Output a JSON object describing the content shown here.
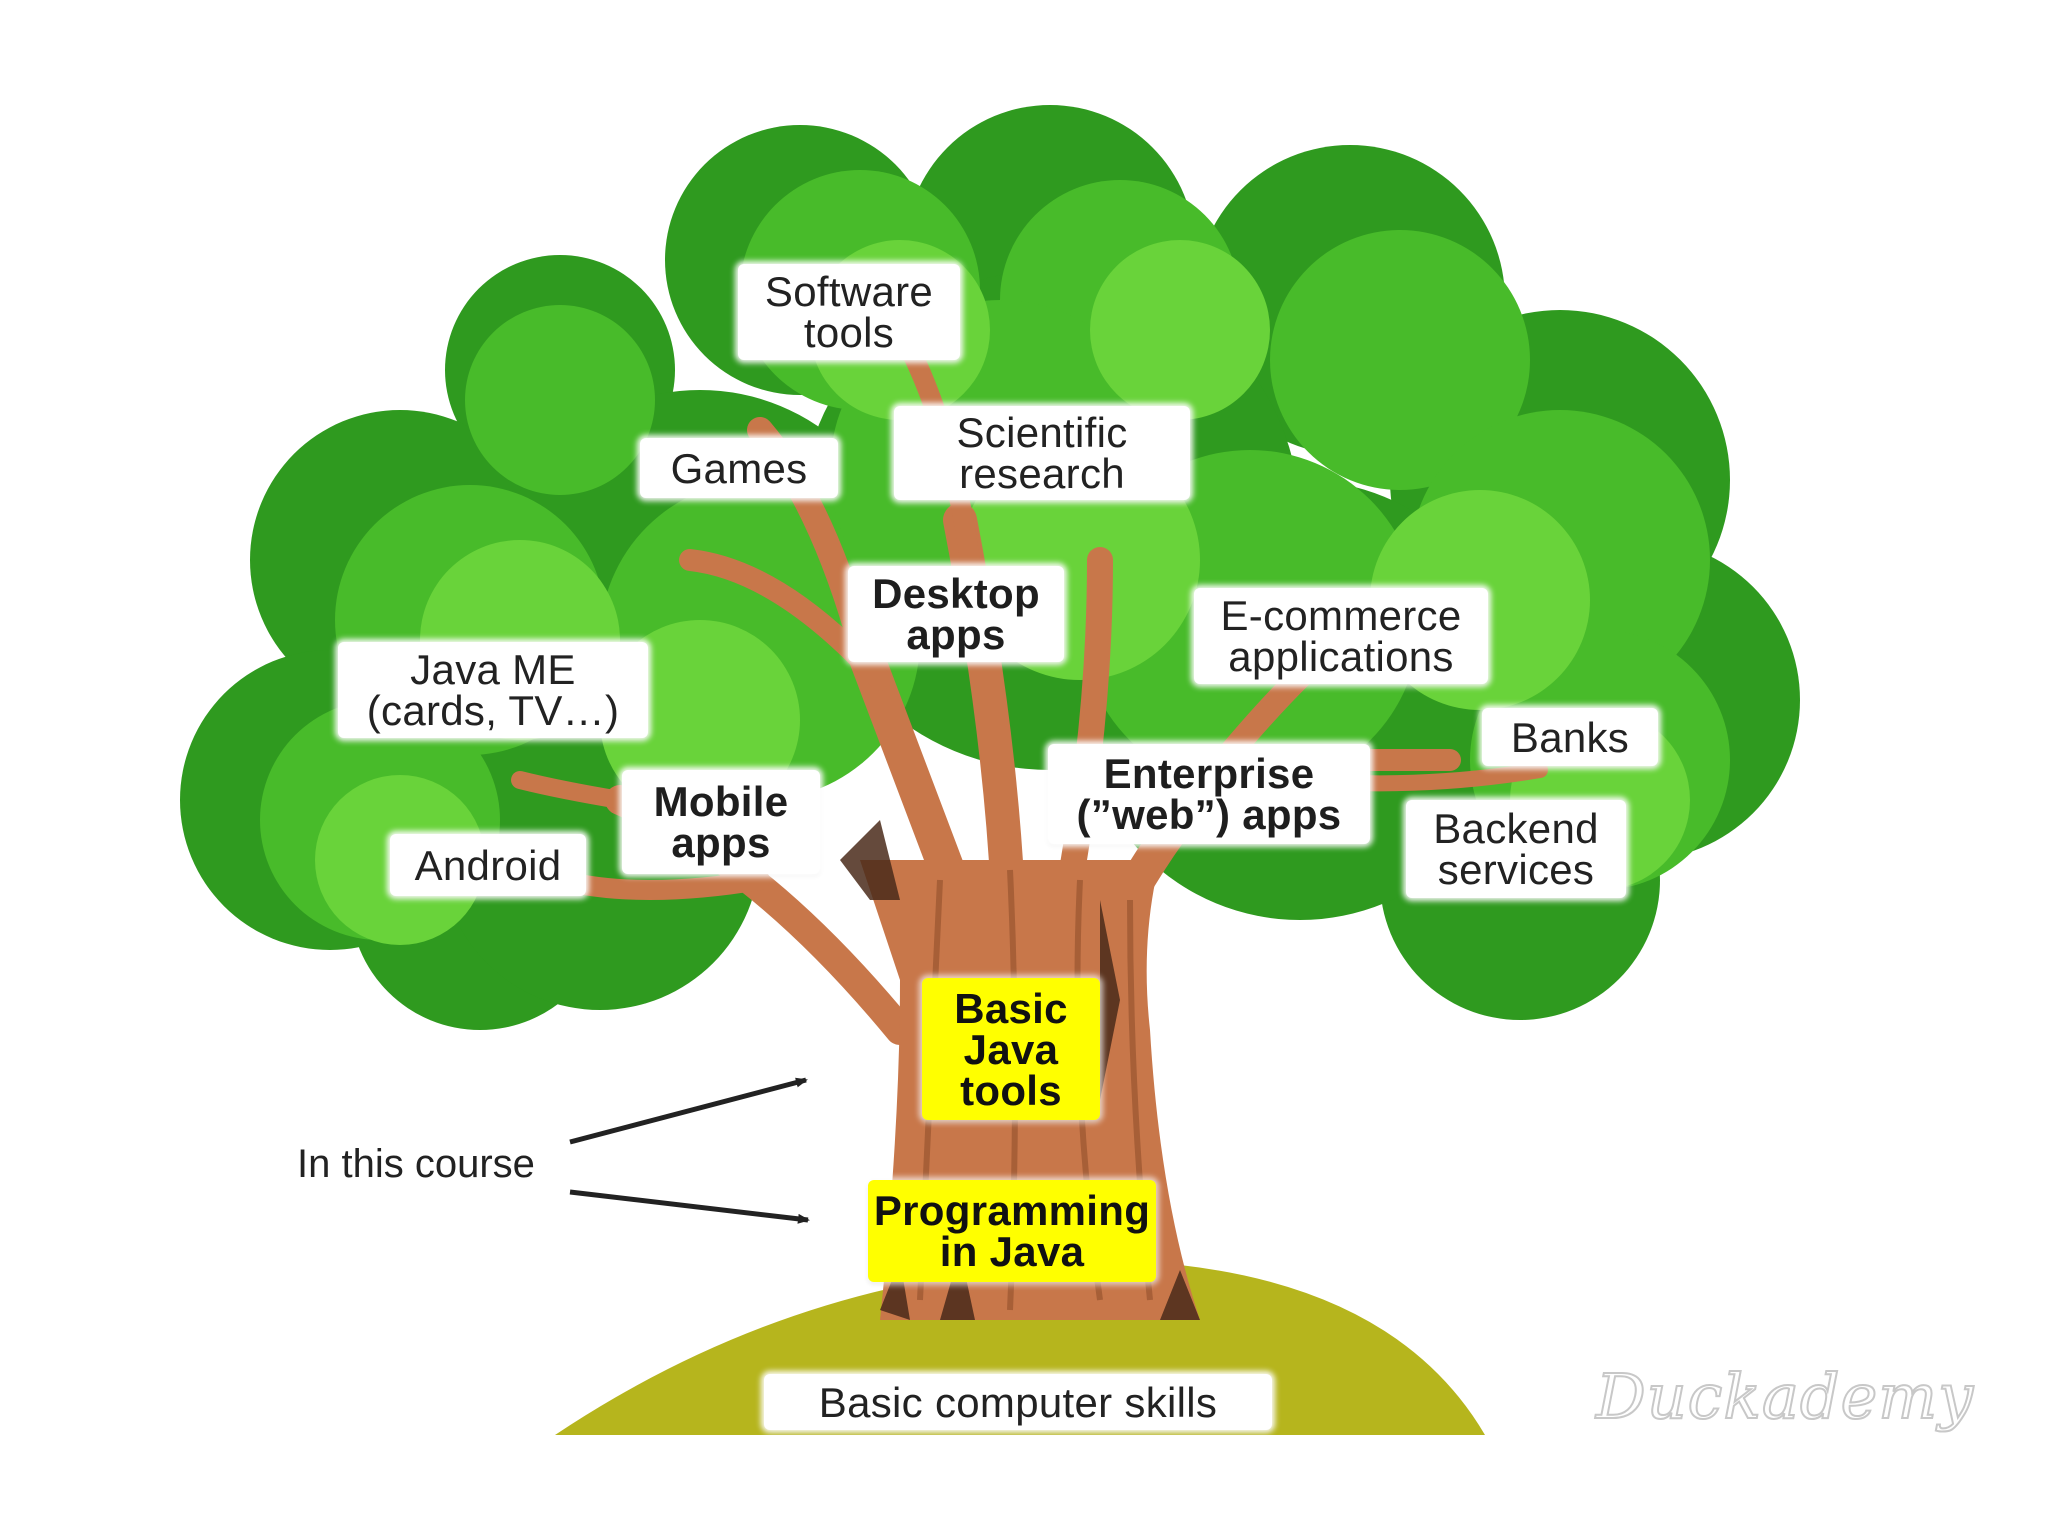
{
  "colors": {
    "foliage_dark": "#2f9a1f",
    "foliage_mid": "#48bb2a",
    "foliage_light": "#69d33a",
    "trunk": "#c8774a",
    "trunk_dark": "#4a2a1a",
    "ground": "#b6b51d",
    "highlight": "#ffff00"
  },
  "labels": {
    "software_tools": "Software\ntools",
    "games": "Games",
    "scientific_research": "Scientific\nresearch",
    "desktop_apps": "Desktop\napps",
    "ecommerce": "E-commerce\napplications",
    "java_me": "Java ME\n(cards, TV…)",
    "banks": "Banks",
    "mobile_apps": "Mobile\napps",
    "enterprise_apps": "Enterprise\n(”web”) apps",
    "android": "Android",
    "backend_services": "Backend\nservices",
    "basic_java_tools": "Basic\nJava\ntools",
    "programming_in_java": "Programming\nin Java",
    "basic_computer_skills": "Basic computer skills"
  },
  "annotation": {
    "text": "In this course"
  },
  "brand": {
    "name": "Duckademy"
  }
}
